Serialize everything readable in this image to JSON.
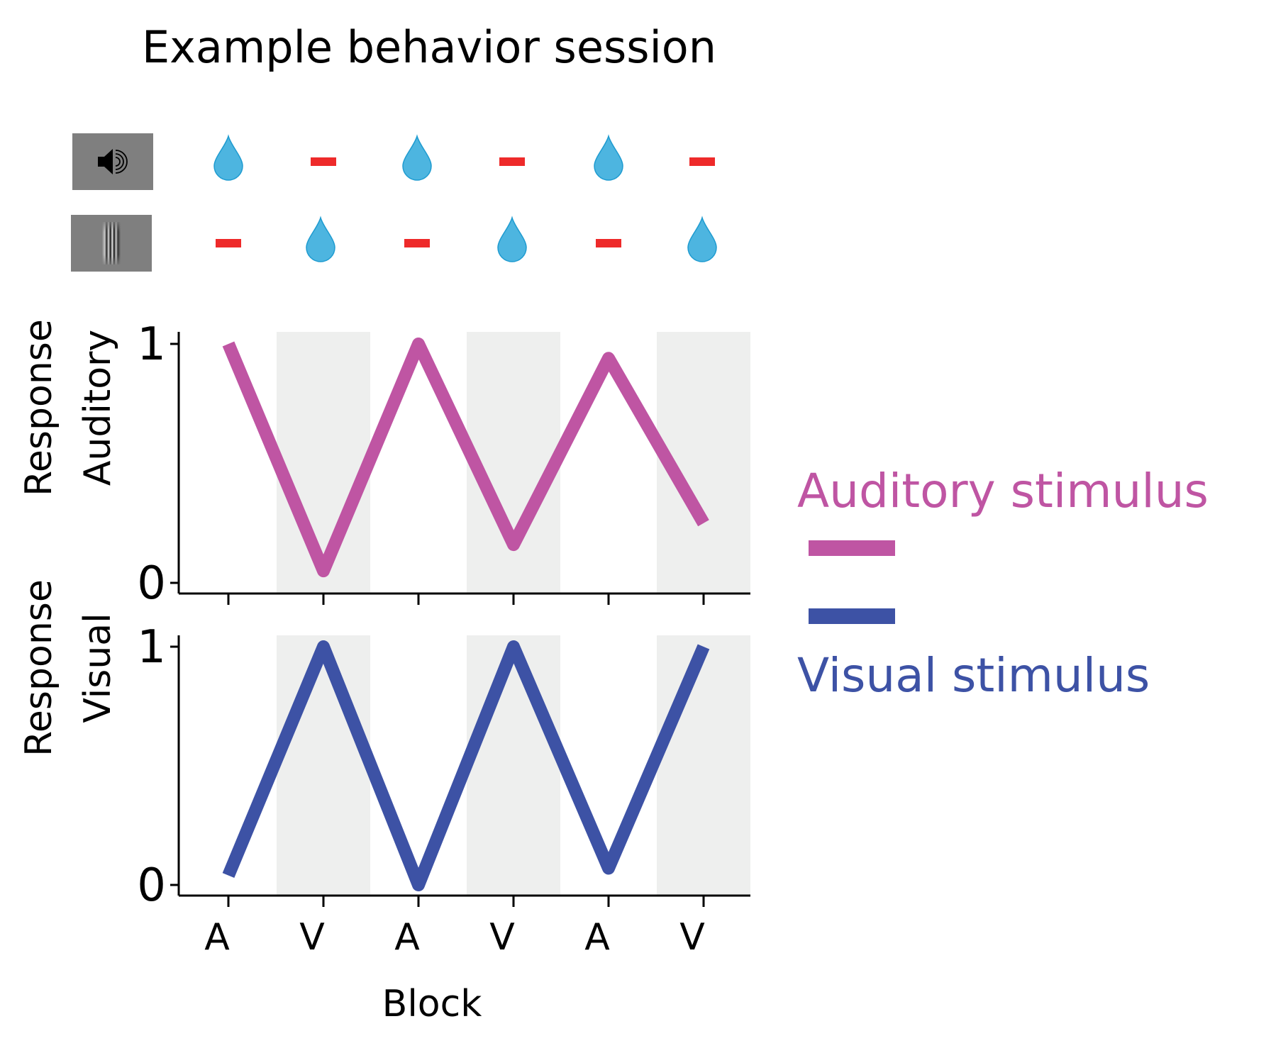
{
  "title": "Example behavior session",
  "schedule": {
    "rows": [
      {
        "icon": "speaker-icon",
        "cells": [
          "reward",
          "no-reward",
          "reward",
          "no-reward",
          "reward",
          "no-reward"
        ]
      },
      {
        "icon": "grating-icon",
        "cells": [
          "no-reward",
          "reward",
          "no-reward",
          "reward",
          "no-reward",
          "reward"
        ]
      }
    ]
  },
  "colors": {
    "auditory": "#bf55a3",
    "visual": "#3d52a5",
    "shade": "#eeefee",
    "drop": "#4db5e0",
    "dash": "#ee2a2a",
    "icon_bg": "#7f7f7f"
  },
  "legend": {
    "auditory_label": "Auditory stimulus",
    "visual_label": "Visual stimulus"
  },
  "chart_data": [
    {
      "type": "line",
      "ylabel_line1": "Response",
      "ylabel_line2": "Auditory",
      "categories": [
        "A",
        "V",
        "A",
        "V",
        "A",
        "V"
      ],
      "series": [
        {
          "name": "Auditory stimulus",
          "values": [
            1.0,
            0.05,
            1.0,
            0.16,
            0.94,
            0.25
          ]
        }
      ],
      "ylim": [
        0,
        1
      ],
      "yticks": [
        "0",
        "1"
      ],
      "shaded_blocks": [
        "V"
      ]
    },
    {
      "type": "line",
      "ylabel_line1": "Response",
      "ylabel_line2": "Visual",
      "categories": [
        "A",
        "V",
        "A",
        "V",
        "A",
        "V"
      ],
      "series": [
        {
          "name": "Visual stimulus",
          "values": [
            0.04,
            1.0,
            0.0,
            1.0,
            0.07,
            1.0
          ]
        }
      ],
      "ylim": [
        0,
        1
      ],
      "yticks": [
        "0",
        "1"
      ],
      "xlabel": "Block",
      "shaded_blocks": [
        "V"
      ]
    }
  ]
}
